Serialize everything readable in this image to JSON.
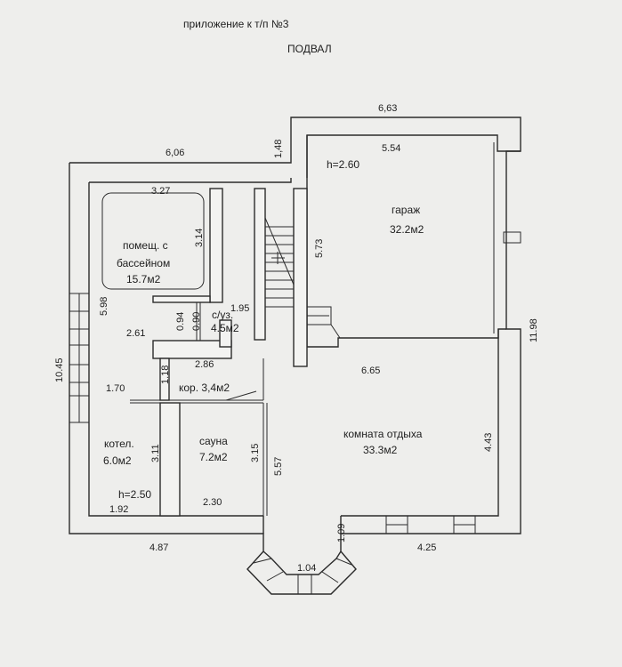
{
  "header": {
    "appendix": "приложение к т/п №3",
    "floor": "ПОДВАЛ"
  },
  "rooms": {
    "pool_line1": "помещ. с",
    "pool_line2": "бассейном",
    "pool_area": "15.7м2",
    "garage": "гараж",
    "garage_area": "32.2м2",
    "garage_height": "h=2.60",
    "bath_line1": "с/уз.",
    "bath_area": "4.5м2",
    "corridor": "кор. 3,4м2",
    "boiler": "котел.",
    "boiler_area": "6.0м2",
    "boiler_height": "h=2.50",
    "sauna": "сауна",
    "sauna_area": "7.2м2",
    "lounge": "комната отдыха",
    "lounge_area": "33.3м2"
  },
  "dims": {
    "d663": "6,63",
    "d606": "6,06",
    "d148": "1,48",
    "d554": "5.54",
    "d327": "3.27",
    "d314": "3.14",
    "d573": "5.73",
    "d1198": "11.98",
    "d598": "5.98",
    "d1045": "10.45",
    "d195": "1.95",
    "d094": "0.94",
    "d090": "0.90",
    "d261": "2.61",
    "d286": "2.86",
    "d118": "1.18",
    "d170": "1.70",
    "d665": "6.65",
    "d443": "4.43",
    "d311": "3.11",
    "d315": "3.15",
    "d557": "5.57",
    "d192": "1.92",
    "d230": "2.30",
    "d109": "1.09",
    "d104": "1.04",
    "d487": "4.87",
    "d425": "4.25"
  }
}
